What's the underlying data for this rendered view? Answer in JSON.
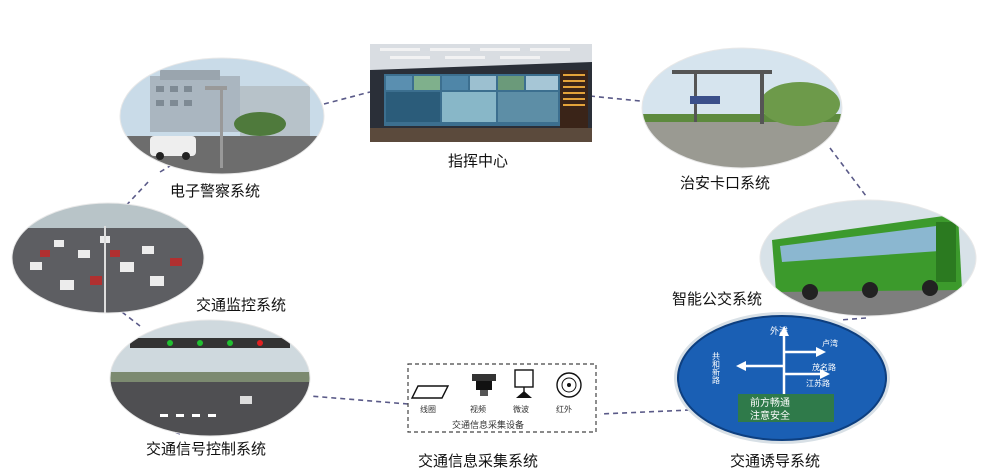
{
  "nodes": {
    "command_center": "指挥中心",
    "checkpoint": "治安卡口系统",
    "e_police": "电子警察系统",
    "traffic_monitor": "交通监控系统",
    "smart_bus": "智能公交系统",
    "signal_control": "交通信号控制系统",
    "info_collect": "交通信息采集系统",
    "guidance": "交通诱导系统"
  },
  "collect_box": {
    "caption": "交通信息采集设备",
    "devices": [
      "线圈",
      "视频",
      "微波",
      "红外"
    ]
  },
  "guidance_sign": {
    "top": "外滩",
    "left": "共和新路",
    "right_1": "卢湾",
    "right_2": "茂名路",
    "right_3": "江苏路",
    "bottom_1": "前方畅通",
    "bottom_2": "注意安全"
  },
  "colors": {
    "dash": "#5a5a88",
    "sky": "#c9dbe8",
    "sign_blue": "#1a5fb4",
    "bus_green": "#3c9a2c"
  }
}
